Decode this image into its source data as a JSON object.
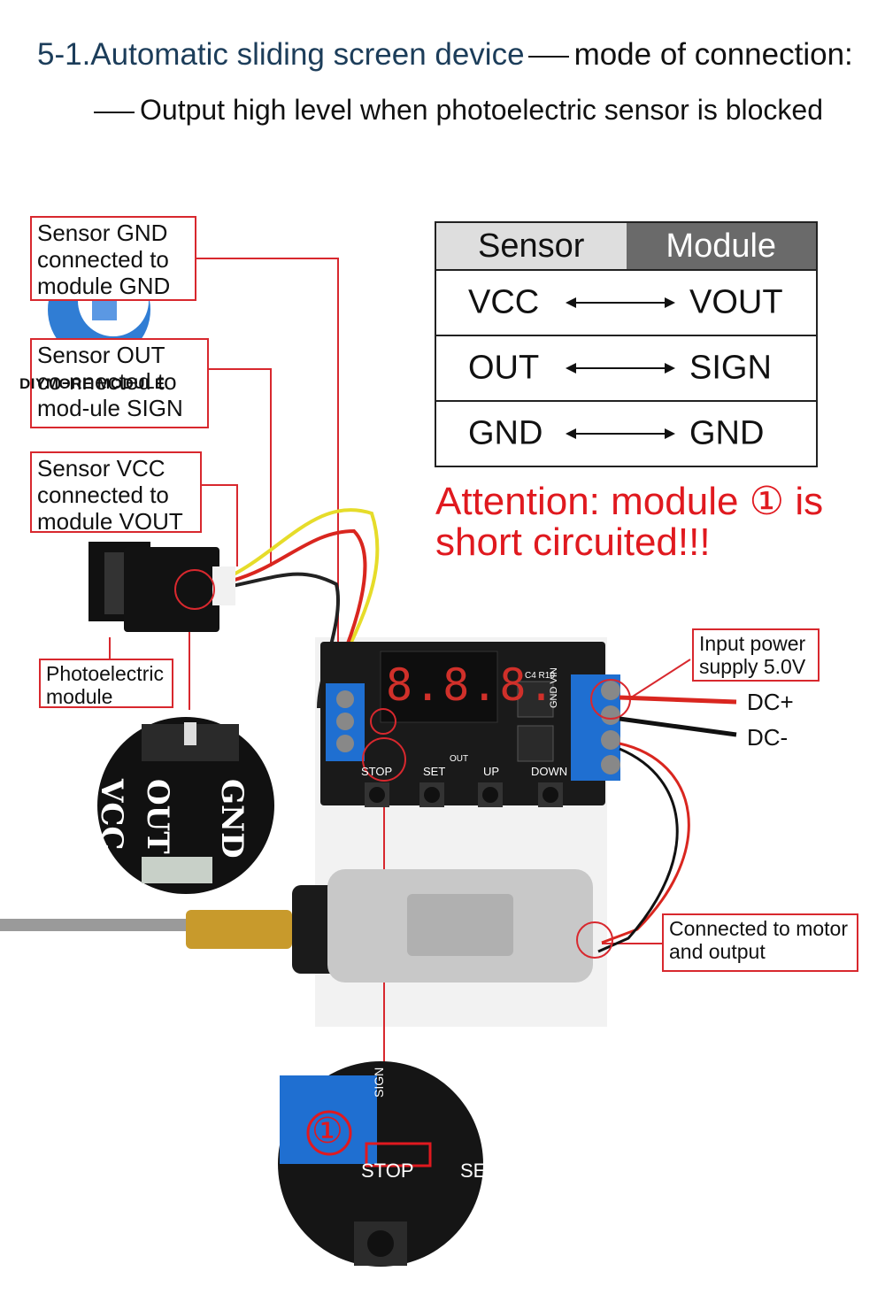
{
  "title": {
    "main": "5-1.Automatic sliding screen device",
    "tail": "mode of connection:",
    "subtitle": "Output high level when photoelectric sensor is blocked"
  },
  "callouts": {
    "sensor_gnd": "Sensor GND connected to module GND",
    "sensor_out": "Sensor OUT co-nnected to mod-ule SIGN",
    "sensor_vcc": "Sensor VCC connected to module VOUT",
    "photoelectric": "Photoelectric module",
    "input_power": "Input power supply 5.0V",
    "motor": "Connected to motor and output"
  },
  "table": {
    "headers": [
      "Sensor",
      "Module"
    ],
    "rows": [
      {
        "sensor": "VCC",
        "module": "VOUT"
      },
      {
        "sensor": "OUT",
        "module": "SIGN"
      },
      {
        "sensor": "GND",
        "module": "GND"
      }
    ]
  },
  "attention": {
    "line1": "Attention: module ① is",
    "line2": "short circuited!!!"
  },
  "power_labels": {
    "plus": "DC+",
    "minus": "DC-"
  },
  "watermark": "DIYMORE MODULE",
  "board": {
    "display": "8.8.8.",
    "buttons": [
      "STOP",
      "SET",
      "UP",
      "DOWN"
    ],
    "terminal_label": "GND VIN",
    "ic_label": "C4 R10",
    "out_label": "OUT"
  },
  "zoom_sensor_pins": [
    "VCC",
    "OUT",
    "GND"
  ],
  "zoom_board": {
    "marker": "①",
    "stop": "STOP",
    "sign": "SIGN",
    "set": "SE"
  },
  "colors": {
    "accent_red": "#e0191f",
    "callout_border": "#d8282e",
    "header_dark": "#6a6a6a",
    "terminal_blue": "#1f6fd1"
  }
}
